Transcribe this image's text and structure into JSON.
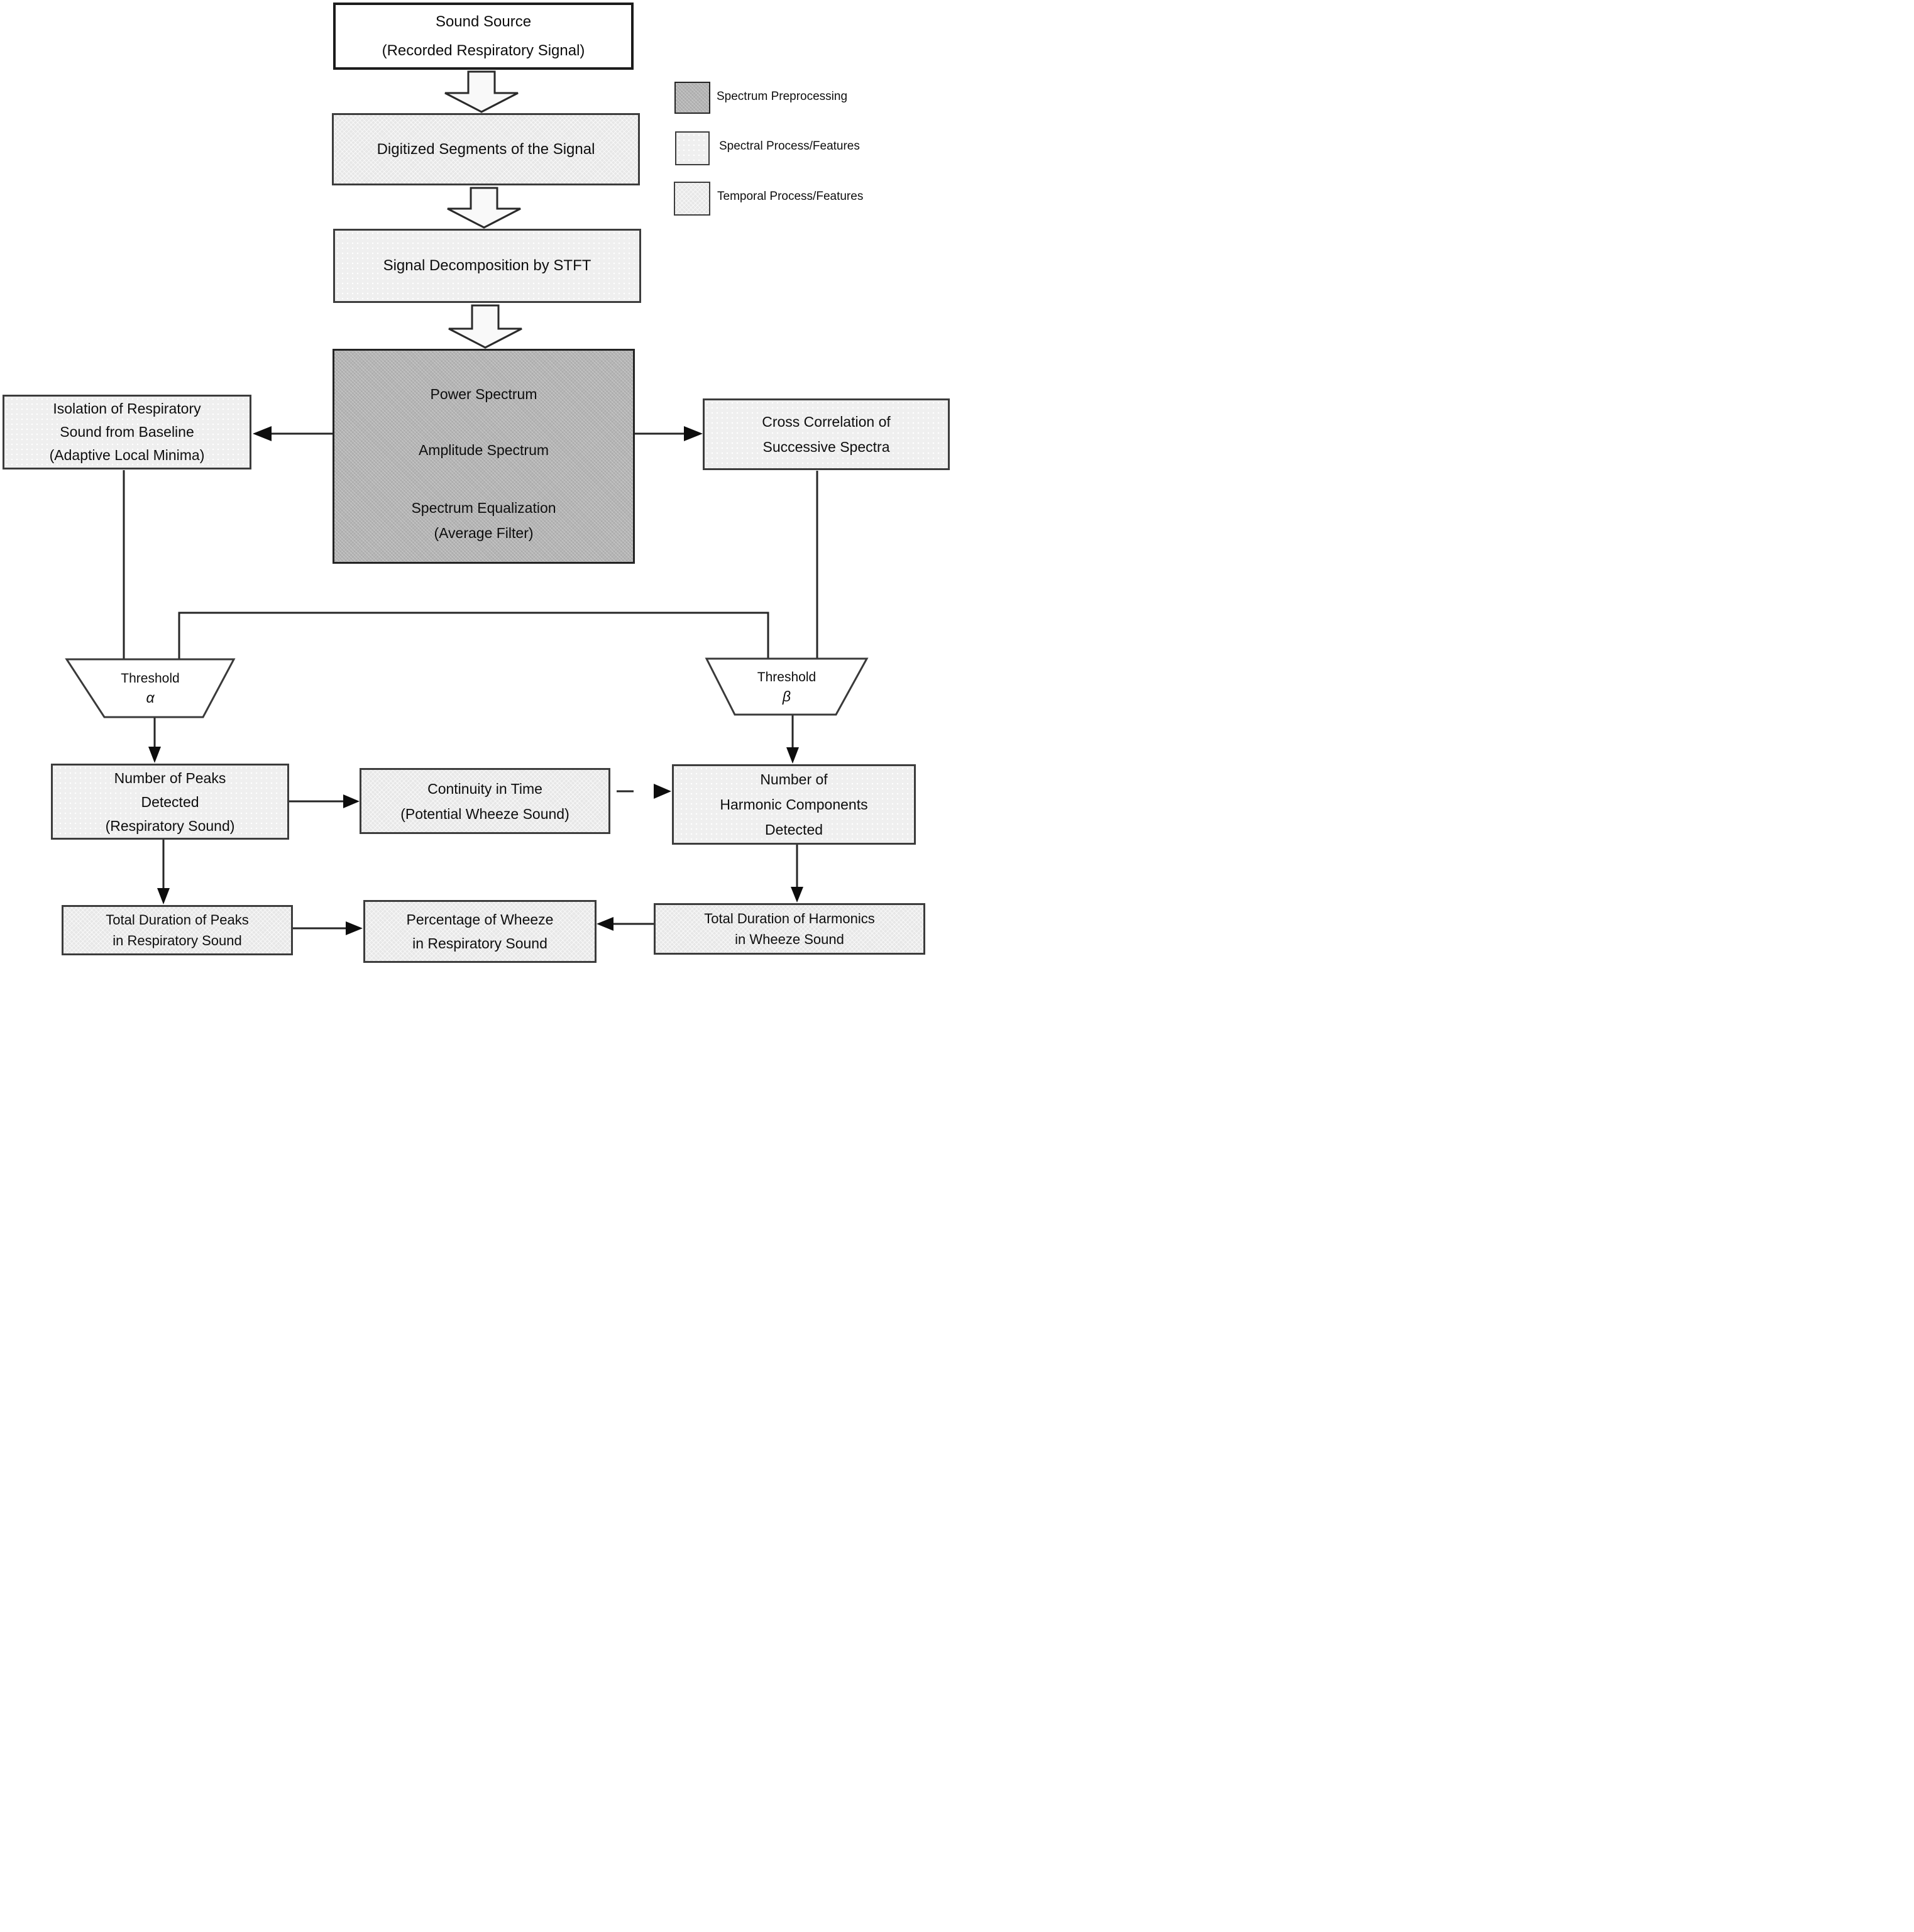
{
  "diagram": {
    "type": "flowchart",
    "topic": "wheeze detection from respiratory sound signal",
    "nodes": {
      "sound_source": {
        "category": "source",
        "lines": [
          "Sound Source",
          "(Recorded Respiratory Signal)"
        ]
      },
      "digitized": {
        "category": "temporal",
        "lines": [
          "Digitized Segments of the Signal"
        ]
      },
      "stft": {
        "category": "spectral",
        "lines": [
          "Signal Decomposition by STFT"
        ]
      },
      "power_spectrum": {
        "category": "preprocessing",
        "lines": [
          "Power Spectrum",
          "Amplitude Spectrum",
          "Spectrum Equalization",
          "(Average Filter)"
        ]
      },
      "isolation": {
        "category": "spectral",
        "lines": [
          "Isolation of Respiratory",
          "Sound from Baseline",
          "(Adaptive Local Minima)"
        ]
      },
      "cross_correlation": {
        "category": "spectral",
        "lines": [
          "Cross Correlation of",
          "Successive Spectra"
        ]
      },
      "threshold_alpha": {
        "category": "threshold",
        "lines": [
          "Threshold",
          "α"
        ]
      },
      "threshold_beta": {
        "category": "threshold",
        "lines": [
          "Threshold",
          "β"
        ]
      },
      "num_peaks": {
        "category": "spectral",
        "lines": [
          "Number of Peaks",
          "Detected",
          "(Respiratory Sound)"
        ]
      },
      "continuity": {
        "category": "temporal",
        "lines": [
          "Continuity in Time",
          "(Potential Wheeze Sound)"
        ]
      },
      "num_harmonics": {
        "category": "spectral",
        "lines": [
          "Number of",
          "Harmonic Components",
          "Detected"
        ]
      },
      "duration_peaks": {
        "category": "temporal",
        "lines": [
          "Total Duration of Peaks",
          "in Respiratory Sound"
        ]
      },
      "percentage_wheeze": {
        "category": "temporal",
        "lines": [
          "Percentage of Wheeze",
          "in Respiratory Sound"
        ]
      },
      "duration_harmonics": {
        "category": "temporal",
        "lines": [
          "Total Duration of Harmonics",
          "in Wheeze Sound"
        ]
      }
    },
    "edges": [
      {
        "from": "sound_source",
        "to": "digitized",
        "style": "block-arrow"
      },
      {
        "from": "digitized",
        "to": "stft",
        "style": "block-arrow"
      },
      {
        "from": "stft",
        "to": "power_spectrum",
        "style": "block-arrow"
      },
      {
        "from": "power_spectrum",
        "to": "isolation",
        "style": "arrow"
      },
      {
        "from": "power_spectrum",
        "to": "cross_correlation",
        "style": "arrow"
      },
      {
        "from": "isolation",
        "to": "threshold_alpha",
        "style": "line"
      },
      {
        "from": "cross_correlation",
        "to": "threshold_beta",
        "style": "line"
      },
      {
        "from": "threshold_alpha",
        "to": "threshold_beta",
        "style": "line"
      },
      {
        "from": "threshold_alpha",
        "to": "num_peaks",
        "style": "arrow"
      },
      {
        "from": "threshold_beta",
        "to": "num_harmonics",
        "style": "arrow"
      },
      {
        "from": "num_peaks",
        "to": "continuity",
        "style": "arrow"
      },
      {
        "from": "continuity",
        "to": "num_harmonics",
        "style": "arrow-broken"
      },
      {
        "from": "num_peaks",
        "to": "duration_peaks",
        "style": "arrow"
      },
      {
        "from": "num_harmonics",
        "to": "duration_harmonics",
        "style": "arrow"
      },
      {
        "from": "duration_peaks",
        "to": "percentage_wheeze",
        "style": "arrow"
      },
      {
        "from": "duration_harmonics",
        "to": "percentage_wheeze",
        "style": "arrow"
      }
    ],
    "legend": {
      "items": [
        {
          "label": "Spectrum Preprocessing",
          "swatch": "preprocessing",
          "color": "#b4b4b4"
        },
        {
          "label": "Spectral Process/Features",
          "swatch": "spectral",
          "color": "#efefef"
        },
        {
          "label": "Temporal Process/Features",
          "swatch": "temporal",
          "color": "#e7e7e7"
        }
      ]
    },
    "colors": {
      "line": "#262626",
      "arrowhead": "#0d0d0d",
      "box_border": "#3c3c3c",
      "text": "#0e0e0e",
      "background": "#ffffff"
    }
  }
}
